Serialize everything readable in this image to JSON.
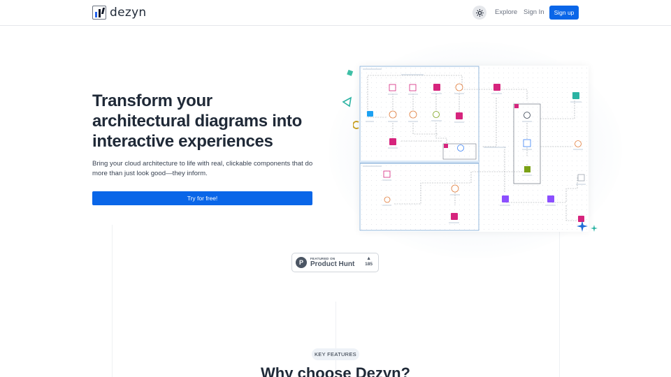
{
  "nav": {
    "logo_text": "dezyn",
    "explore": "Explore",
    "signin": "Sign In",
    "signup": "Sign up"
  },
  "hero": {
    "title_line1": "Transform your",
    "title_line2": "architectural diagrams into",
    "title_highlight": "interactive",
    "title_line3_rest": " experiences",
    "subtitle": "Bring your cloud architecture to life with real, clickable components that do more than just look good—they inform.",
    "cta": "Try for free!"
  },
  "product_hunt": {
    "featured_on": "FEATURED ON",
    "name": "Product Hunt",
    "votes": "185"
  },
  "features": {
    "badge": "KEY FEATURES",
    "title": "Why choose Dezyn?"
  },
  "colors": {
    "primary": "#0a66e8",
    "aws_pink": "#d6247d",
    "aws_purple": "#8c4fff",
    "aws_green": "#7aa116",
    "teal": "#2bb3a3"
  }
}
